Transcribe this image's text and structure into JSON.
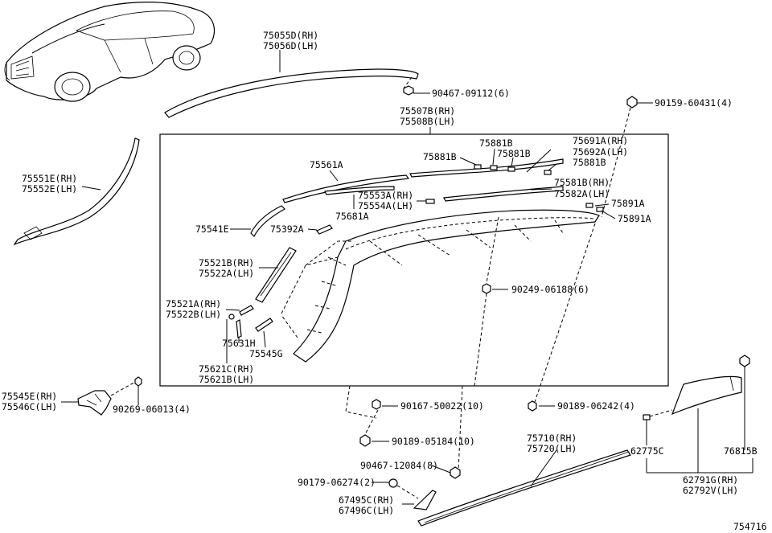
{
  "diagram": {
    "code": "754716",
    "labels": {
      "l75055D": "75055D(RH)",
      "l75056D": "75056D(LH)",
      "l90467_09112": "90467-09112(6)",
      "l75507B": "75507B(RH)",
      "l75508B": "75508B(LH)",
      "l90159": "90159-60431(4)",
      "l75551E": "75551E(RH)",
      "l75552E": "75552E(LH)",
      "l75561A": "75561A",
      "l75881B_a": "75881B",
      "l75881B_b": "75881B",
      "l75881B_c": "75881B",
      "l75881B_d": "75881B",
      "l75691A": "75691A(RH)",
      "l75692A": "75692A(LH)",
      "l75581B": "75581B(RH)",
      "l75582A": "75582A(LH)",
      "l75553A": "75553A(RH)",
      "l75554A": "75554A(LH)",
      "l75891A_a": "75891A",
      "l75891A_b": "75891A",
      "l75681A": "75681A",
      "l75541E": "75541E",
      "l75392A": "75392A",
      "l75521B": "75521B(RH)",
      "l75522A": "75522A(LH)",
      "l90249": "90249-06188(6)",
      "l75521A": "75521A(RH)",
      "l75522B": "75522B(LH)",
      "l75631H": "75631H",
      "l75545G": "75545G",
      "l75621C": "75621C(RH)",
      "l75621B": "75621B(LH)",
      "l75545E": "75545E(RH)",
      "l75546C": "75546C(LH)",
      "l90269": "90269-06013(4)",
      "l90167": "90167-50022(10)",
      "l90189_06242": "90189-06242(4)",
      "l90189_05184": "90189-05184(10)",
      "l75710": "75710(RH)",
      "l75720": "75720(LH)",
      "l90467_12084": "90467-12084(8)",
      "l90179": "90179-06274(2)",
      "l67495C": "67495C(RH)",
      "l67496C": "67496C(LH)",
      "l62775C": "62775C",
      "l76815B": "76815B",
      "l62791G": "62791G(RH)",
      "l62792V": "62792V(LH)"
    }
  }
}
